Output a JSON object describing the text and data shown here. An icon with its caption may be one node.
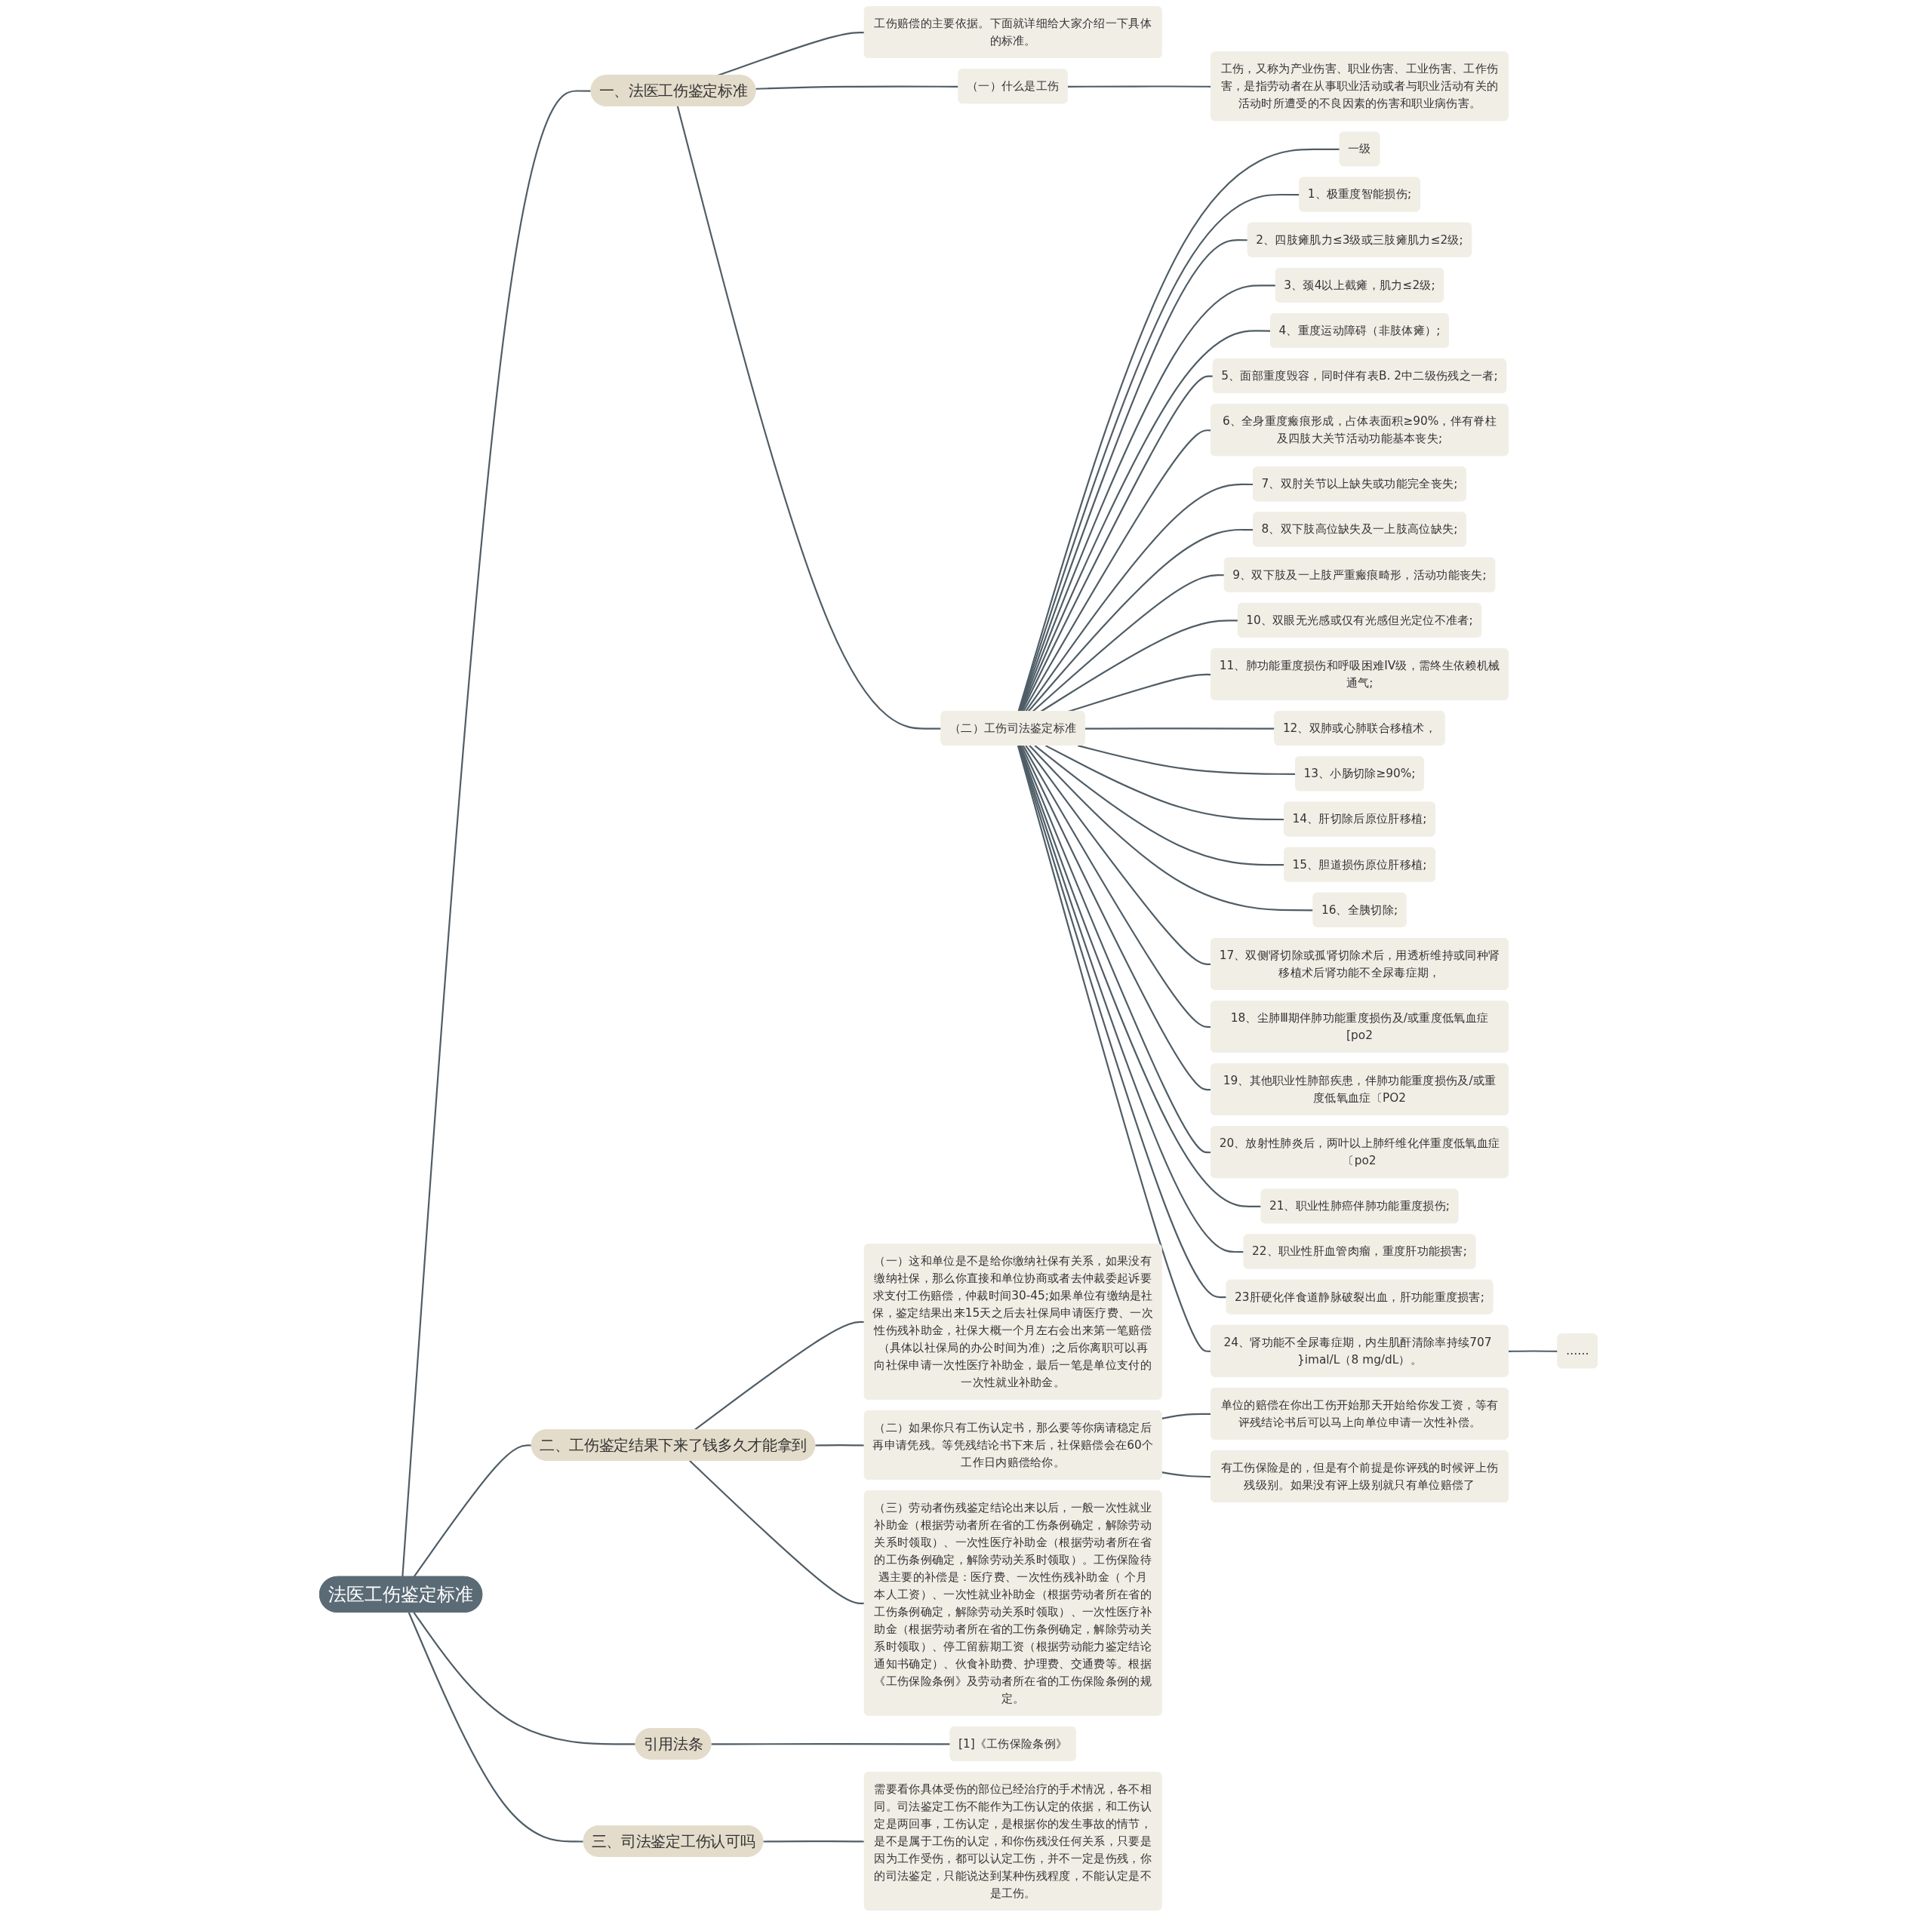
{
  "diagram": {
    "nodes": [
      {
        "text": [
          "法医工伤鉴定标准"
        ]
      },
      {
        "text": [
          "一、法医工伤鉴定标准"
        ]
      },
      {
        "text": [
          "工伤赔偿的主要依据。下面就详细给大家介绍一下具体的标准。"
        ]
      },
      {
        "text": [
          "（一）什么是工伤"
        ]
      },
      {
        "text": [
          "工伤，又称为产业伤害、职业伤害、工业伤害、工作伤害，是指劳动者在从事职业活动或者与职业活动有关的活动时所遭受的不良因素的伤害和职业病伤害。"
        ]
      },
      {
        "text": [
          "（二）工伤司法鉴定标准"
        ]
      },
      {
        "text": [
          "一级"
        ]
      },
      {
        "text": [
          "1、极重度智能损伤;"
        ]
      },
      {
        "text": [
          "2、四肢瘫肌力≤3级或三肢瘫肌力≤2级;"
        ]
      },
      {
        "text": [
          "3、颈4以上截瘫，肌力≤2级;"
        ]
      },
      {
        "text": [
          "4、重度运动障碍（非肢体瘫）;"
        ]
      },
      {
        "text": [
          "5、面部重度毁容，同时伴有表B. 2中二级伤残之一者;"
        ]
      },
      {
        "text": [
          "6、全身重度瘢痕形成，占体表面积≥90%，伴有脊柱及四肢大关节活动功能基本丧失;"
        ]
      },
      {
        "text": [
          "7、双肘关节以上缺失或功能完全丧失;"
        ]
      },
      {
        "text": [
          "8、双下肢高位缺失及一上肢高位缺失;"
        ]
      },
      {
        "text": [
          "9、双下肢及一上肢严重瘢痕畸形，活动功能丧失;"
        ]
      },
      {
        "text": [
          "10、双眼无光感或仅有光感但光定位不准者;"
        ]
      },
      {
        "text": [
          "11、肺功能重度损伤和呼吸困难IV级，需终生依赖机械通气;"
        ]
      },
      {
        "text": [
          "12、双肺或心肺联合移植术，"
        ]
      },
      {
        "text": [
          "13、小肠切除≥90%;"
        ]
      },
      {
        "text": [
          "14、肝切除后原位肝移植;"
        ]
      },
      {
        "text": [
          "15、胆道损伤原位肝移植;"
        ]
      },
      {
        "text": [
          "16、全胰切除;"
        ]
      },
      {
        "text": [
          "17、双侧肾切除或孤肾切除术后，用透析维持或同种肾移植术后肾功能不全尿毒症期，"
        ]
      },
      {
        "text": [
          "18、尘肺Ⅲ期伴肺功能重度损伤及/或重度低氧血症[po2"
        ]
      },
      {
        "text": [
          "19、其他职业性肺部疾患，伴肺功能重度损伤及/或重度低氧血症〔PO2"
        ]
      },
      {
        "text": [
          "20、放射性肺炎后，两叶以上肺纤维化伴重度低氧血症〔po2"
        ]
      },
      {
        "text": [
          "21、职业性肺癌伴肺功能重度损伤;"
        ]
      },
      {
        "text": [
          "22、职业性肝血管肉瘤，重度肝功能损害;"
        ]
      },
      {
        "text": [
          "23肝硬化伴食道静脉破裂出血，肝功能重度损害;"
        ]
      },
      {
        "text": [
          "24、肾功能不全尿毒症期，内生肌酐清除率持续707 }imal/L（8 mg/dL）。"
        ]
      },
      {
        "text": [
          "……"
        ]
      },
      {
        "text": [
          "二、工伤鉴定结果下来了钱多久才能拿到"
        ]
      },
      {
        "text": [
          "（一）这和单位是不是给你缴纳社保有关系，如果没有缴纳社保，那么你直接和单位协商或者去仲裁委起诉要求支付工伤赔偿，仲裁时间30-45;如果单位有缴纳是社保，鉴定结果出来15天之后去社保局申请医疗费、一次性伤残补助金，社保大概一个月左右会出来第一笔赔偿（具体以社保局的办公时间为准）;之后你离职可以再向社保申请一次性医疗补助金，最后一笔是单位支付的一次性就业补助金。"
        ]
      },
      {
        "text": [
          "（二）如果你只有工伤认定书，那么要等你病请稳定后再申请凭残。等凭残结论书下来后，社保赔偿会在60个工作日内赔偿给你。"
        ]
      },
      {
        "text": [
          "单位的赔偿在你出工伤开始那天开始给你发工资，等有评残结论书后可以马上向单位申请一次性补偿。"
        ]
      },
      {
        "text": [
          "有工伤保险是的，但是有个前提是你评残的时候评上伤残级别。如果没有评上级别就只有单位赔偿了"
        ]
      },
      {
        "text": [
          "（三）劳动者伤残鉴定结论出来以后，一般一次性就业补助金（根据劳动者所在省的工伤条例确定，解除劳动关系时领取）、一次性医疗补助金（根据劳动者所在省的工伤条例确定，解除劳动关系时领取）。工伤保险待遇主要的补偿是：医疗费、一次性伤残补助金（ 个月本人工资）、一次性就业补助金（根据劳动者所在省的工伤条例确定，解除劳动关系时领取）、一次性医疗补助金（根据劳动者所在省的工伤条例确定，解除劳动关系时领取）、停工留薪期工资（根据劳动能力鉴定结论通知书确定）、伙食补助费、护理费、交通费等。根据《工伤保险条例》及劳动者所在省的工伤保险条例的规定。"
        ]
      },
      {
        "text": [
          "引用法条"
        ]
      },
      {
        "text": [
          "[1]《工伤保险条例》"
        ]
      },
      {
        "text": [
          "三、司法鉴定工伤认可吗"
        ]
      },
      {
        "text": [
          "需要看你具体受伤的部位已经治疗的手术情况，各不相同。司法鉴定工伤不能作为工伤认定的依据，和工伤认定是两回事，工伤认定，是根据你的发生事故的情节，是不是属于工伤的认定，和你伤残没任何关系，只要是因为工作受伤，都可以认定工伤，并不一定是伤残，你的司法鉴定，只能说达到某种伤残程度，不能认定是不是工伤。"
        ]
      }
    ],
    "edges": [
      {
        "from": 0,
        "to": 1,
        "arrow": "none"
      },
      {
        "from": 1,
        "to": 2,
        "arrow": "none"
      },
      {
        "from": 1,
        "to": 3,
        "arrow": "none"
      },
      {
        "from": 3,
        "to": 4,
        "arrow": "none"
      },
      {
        "from": 1,
        "to": 5,
        "arrow": "none"
      },
      {
        "from": 5,
        "to": 6,
        "arrow": "none"
      },
      {
        "from": 5,
        "to": 7,
        "arrow": "none"
      },
      {
        "from": 5,
        "to": 8,
        "arrow": "none"
      },
      {
        "from": 5,
        "to": 9,
        "arrow": "none"
      },
      {
        "from": 5,
        "to": 10,
        "arrow": "none"
      },
      {
        "from": 5,
        "to": 11,
        "arrow": "none"
      },
      {
        "from": 5,
        "to": 12,
        "arrow": "none"
      },
      {
        "from": 5,
        "to": 13,
        "arrow": "none"
      },
      {
        "from": 5,
        "to": 14,
        "arrow": "none"
      },
      {
        "from": 5,
        "to": 15,
        "arrow": "none"
      },
      {
        "from": 5,
        "to": 16,
        "arrow": "none"
      },
      {
        "from": 5,
        "to": 17,
        "arrow": "none"
      },
      {
        "from": 5,
        "to": 18,
        "arrow": "none"
      },
      {
        "from": 5,
        "to": 19,
        "arrow": "none"
      },
      {
        "from": 5,
        "to": 20,
        "arrow": "none"
      },
      {
        "from": 5,
        "to": 21,
        "arrow": "none"
      },
      {
        "from": 5,
        "to": 22,
        "arrow": "none"
      },
      {
        "from": 5,
        "to": 23,
        "arrow": "none"
      },
      {
        "from": 5,
        "to": 24,
        "arrow": "none"
      },
      {
        "from": 5,
        "to": 25,
        "arrow": "none"
      },
      {
        "from": 5,
        "to": 26,
        "arrow": "none"
      },
      {
        "from": 5,
        "to": 27,
        "arrow": "none"
      },
      {
        "from": 5,
        "to": 28,
        "arrow": "none"
      },
      {
        "from": 5,
        "to": 29,
        "arrow": "none"
      },
      {
        "from": 5,
        "to": 30,
        "arrow": "none"
      },
      {
        "from": 30,
        "to": 31,
        "arrow": "none"
      },
      {
        "from": 0,
        "to": 32,
        "arrow": "none"
      },
      {
        "from": 32,
        "to": 33,
        "arrow": "none"
      },
      {
        "from": 32,
        "to": 34,
        "arrow": "none"
      },
      {
        "from": 34,
        "to": 35,
        "arrow": "none"
      },
      {
        "from": 34,
        "to": 36,
        "arrow": "none"
      },
      {
        "from": 32,
        "to": 37,
        "arrow": "none"
      },
      {
        "from": 0,
        "to": 38,
        "arrow": "none"
      },
      {
        "from": 38,
        "to": 39,
        "arrow": "none"
      },
      {
        "from": 0,
        "to": 40,
        "arrow": "none"
      },
      {
        "from": 40,
        "to": 41,
        "arrow": "none"
      }
    ]
  }
}
